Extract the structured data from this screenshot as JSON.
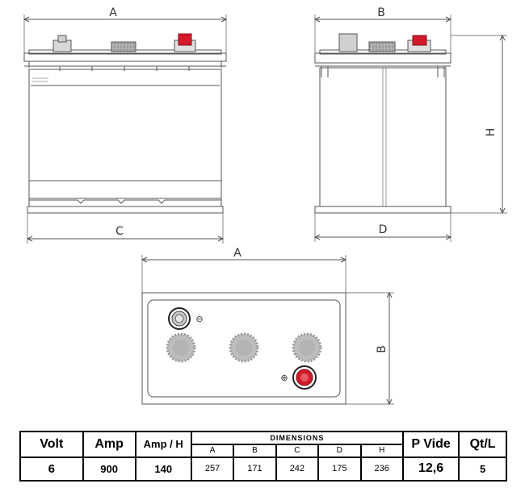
{
  "diagram": {
    "front_labels": {
      "top_width": "A",
      "bottom_width": "C"
    },
    "side_labels": {
      "top_width": "B",
      "bottom_width": "D",
      "height": "H"
    },
    "top_labels": {
      "width": "A",
      "depth": "B"
    },
    "terminal_labels": {
      "negative": "⊖",
      "positive": "⊕"
    },
    "colors": {
      "outline": "#555555",
      "positive_terminal": "#d21a2a",
      "vent_cap": "#a8a8a8",
      "text": "#333333"
    }
  },
  "spec_table": {
    "headers": {
      "volt": "Volt",
      "amp": "Amp",
      "amp_h": "Amp / H",
      "dimensions": "DIMENSIONS",
      "p_vide": "P Vide",
      "qt_l": "Qt/L"
    },
    "dim_columns": [
      "A",
      "B",
      "C",
      "D",
      "H"
    ],
    "values": {
      "volt": "6",
      "amp": "900",
      "amp_h": "140",
      "dims": [
        "257",
        "171",
        "242",
        "175",
        "236"
      ],
      "p_vide": "12,6",
      "qt_l": "5"
    }
  }
}
